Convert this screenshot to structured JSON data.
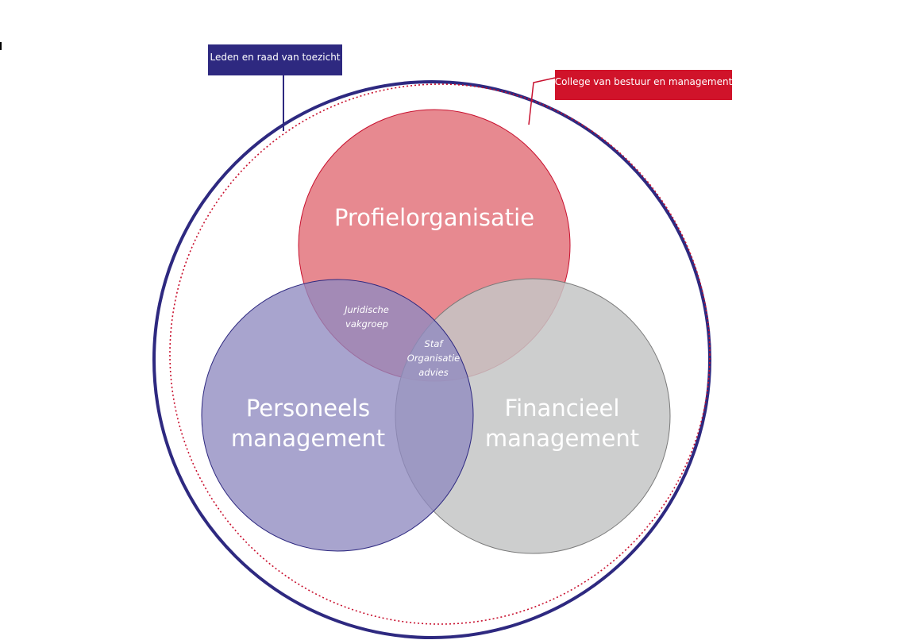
{
  "colors": {
    "outer_ring": "#2e2980",
    "inner_ring_dotted": "#c8102e",
    "profiel_fill": "#e3777f",
    "personeel_fill": "#8f8bc0",
    "financieel_fill": "#c4c5c5",
    "leden_box": "#2e2980",
    "college_box": "#d0132a"
  },
  "labels": {
    "leden": "Leden en raad van toezicht",
    "college": "College van bestuur en management",
    "profiel": "Profielorganisatie",
    "personeel_line1": "Personeels",
    "personeel_line2": "management",
    "financieel_line1": "Financieel",
    "financieel_line2": "management",
    "juridisch_line1": "Juridische",
    "juridisch_line2": "vakgroep",
    "staf_line1": "Staf",
    "staf_line2": "Organisatie",
    "staf_line3": "advies"
  }
}
